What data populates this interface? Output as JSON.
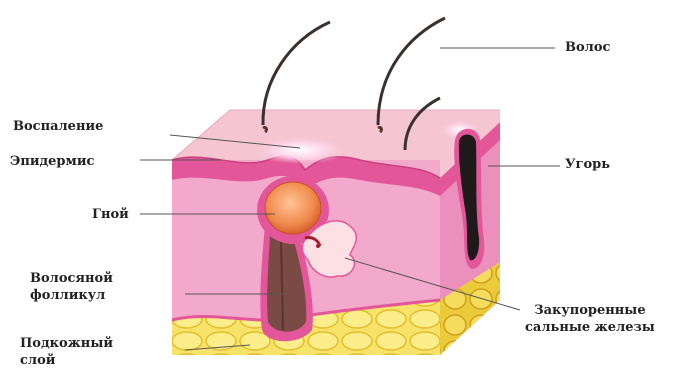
{
  "labels": {
    "hair": "Волос",
    "inflammation": "Воспаление",
    "epidermis": "Эпидермис",
    "blackhead": "Угорь",
    "pus": "Гной",
    "hair_follicle_line1": "Волосяной",
    "hair_follicle_line2": "фолликул",
    "clogged_glands_line1": "Закупоренные",
    "clogged_glands_line2": "сальные железы",
    "subcutaneous_line1": "Подкожный",
    "subcutaneous_line2": "слой"
  },
  "colors": {
    "skin_surface": "#f5c6d2",
    "epidermis": "#e3579a",
    "dermis": "#f2a9cc",
    "dermis_side": "#eb8fbd",
    "fat": "#f7e36a",
    "fat_dark": "#e8bf2c",
    "pus": "#f08a4c",
    "follicle": "#7a4a45",
    "blackhead": "#1e1a1a",
    "hair": "#3a3030"
  }
}
